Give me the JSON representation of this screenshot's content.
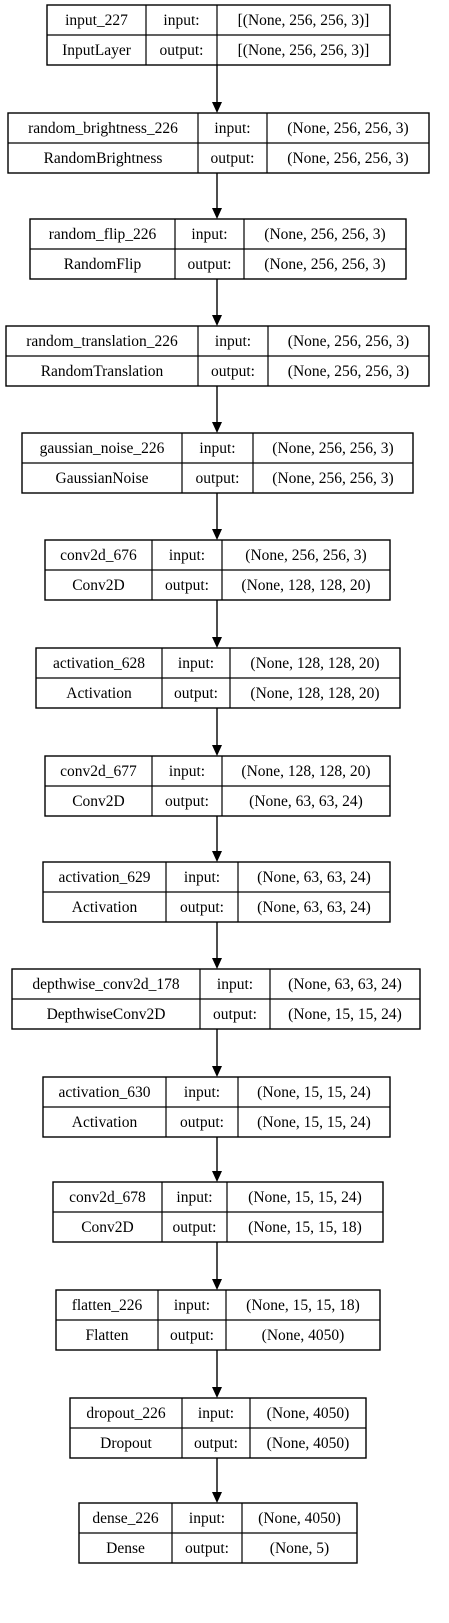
{
  "diagram": {
    "input_label": "input:",
    "output_label": "output:",
    "line_color": "#000000",
    "background": "#ffffff",
    "layers": [
      {
        "name": "input_227",
        "type": "InputLayer",
        "input": "[(None, 256, 256, 3)]",
        "output": "[(None, 256, 256, 3)]"
      },
      {
        "name": "random_brightness_226",
        "type": "RandomBrightness",
        "input": "(None, 256, 256, 3)",
        "output": "(None, 256, 256, 3)"
      },
      {
        "name": "random_flip_226",
        "type": "RandomFlip",
        "input": "(None, 256, 256, 3)",
        "output": "(None, 256, 256, 3)"
      },
      {
        "name": "random_translation_226",
        "type": "RandomTranslation",
        "input": "(None, 256, 256, 3)",
        "output": "(None, 256, 256, 3)"
      },
      {
        "name": "gaussian_noise_226",
        "type": "GaussianNoise",
        "input": "(None, 256, 256, 3)",
        "output": "(None, 256, 256, 3)"
      },
      {
        "name": "conv2d_676",
        "type": "Conv2D",
        "input": "(None, 256, 256, 3)",
        "output": "(None, 128, 128, 20)"
      },
      {
        "name": "activation_628",
        "type": "Activation",
        "input": "(None, 128, 128, 20)",
        "output": "(None, 128, 128, 20)"
      },
      {
        "name": "conv2d_677",
        "type": "Conv2D",
        "input": "(None, 128, 128, 20)",
        "output": "(None, 63, 63, 24)"
      },
      {
        "name": "activation_629",
        "type": "Activation",
        "input": "(None, 63, 63, 24)",
        "output": "(None, 63, 63, 24)"
      },
      {
        "name": "depthwise_conv2d_178",
        "type": "DepthwiseConv2D",
        "input": "(None, 63, 63, 24)",
        "output": "(None, 15, 15, 24)"
      },
      {
        "name": "activation_630",
        "type": "Activation",
        "input": "(None, 15, 15, 24)",
        "output": "(None, 15, 15, 24)"
      },
      {
        "name": "conv2d_678",
        "type": "Conv2D",
        "input": "(None, 15, 15, 24)",
        "output": "(None, 15, 15, 18)"
      },
      {
        "name": "flatten_226",
        "type": "Flatten",
        "input": "(None, 15, 15, 18)",
        "output": "(None, 4050)"
      },
      {
        "name": "dropout_226",
        "type": "Dropout",
        "input": "(None, 4050)",
        "output": "(None, 4050)"
      },
      {
        "name": "dense_226",
        "type": "Dense",
        "input": "(None, 4050)",
        "output": "(None, 5)"
      }
    ]
  }
}
